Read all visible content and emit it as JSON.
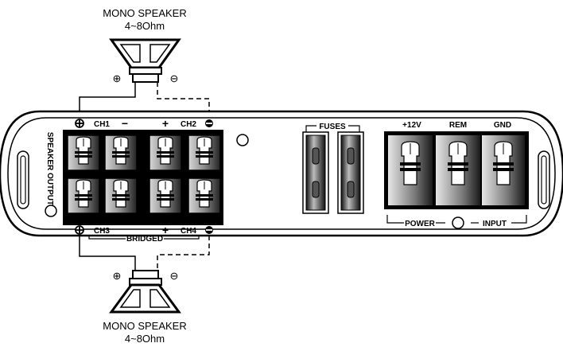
{
  "top_speaker": {
    "title": "MONO SPEAKER",
    "impedance": "4~8Ohm",
    "plus": "⊕",
    "minus": "⊖"
  },
  "bottom_speaker": {
    "title": "MONO SPEAKER",
    "impedance": "4~8Ohm",
    "plus": "⊕",
    "minus": "⊖"
  },
  "terminal_block": {
    "side_label": "SPEAKER OUTPUT",
    "ch1": "CH1",
    "ch2": "CH2",
    "ch3": "CH3",
    "ch4": "CH4",
    "plus": "+",
    "minus": "−",
    "bridged": "BRIDGED"
  },
  "fuses": {
    "label": "FUSES"
  },
  "power": {
    "v12": "+12V",
    "rem": "REM",
    "gnd": "GND",
    "power_label": "POWER",
    "input_label": "INPUT"
  },
  "colors": {
    "stroke": "#000000",
    "terminal_dark": "#1a1a1a",
    "terminal_light": "#cfcfcf",
    "panel_bg": "#ffffff"
  },
  "icons": [
    "speaker-cone-icon",
    "screw-terminal-icon",
    "fuse-icon",
    "mounting-slot-icon",
    "led-indicator-icon"
  ]
}
